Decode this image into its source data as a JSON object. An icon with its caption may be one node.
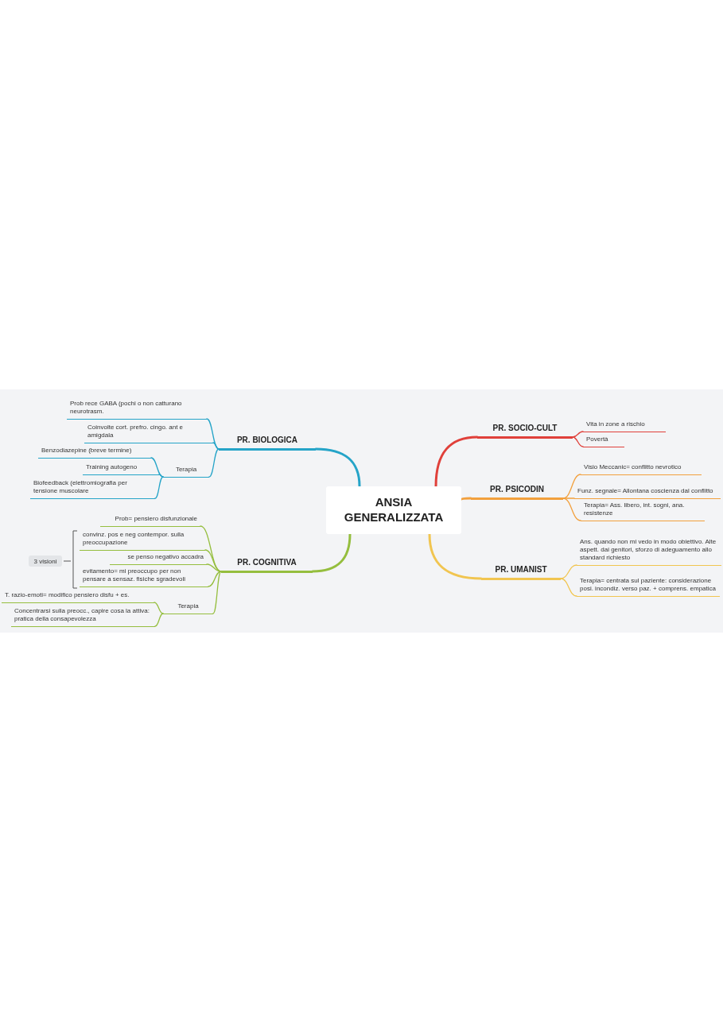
{
  "diagram": {
    "nodes": [
      {
        "text": [
          "ANSIA GENERALIZZATA"
        ]
      },
      {
        "text": [
          "PR. BIOLOGICA"
        ]
      },
      {
        "text": [
          "Prob rece GABA (pochi o non catturano neurotrasm."
        ]
      },
      {
        "text": [
          "Coinvolte cort. prefro. cingo. ant e amigdala"
        ]
      },
      {
        "text": [
          "Terapia"
        ]
      },
      {
        "text": [
          "Benzodiazepine (breve termine)"
        ]
      },
      {
        "text": [
          "Training autogeno"
        ]
      },
      {
        "text": [
          "Biofeedback (elettromiografia per tensione muscolare"
        ]
      },
      {
        "text": [
          "PR. COGNITIVA"
        ]
      },
      {
        "text": [
          "Prob= pensiero disfunzionale"
        ]
      },
      {
        "text": [
          "3 visioni"
        ]
      },
      {
        "text": [
          "convinz. pos e neg contempor. sulla preoccupazione"
        ]
      },
      {
        "text": [
          "se penso negativo accadra"
        ]
      },
      {
        "text": [
          "evitamento= mi preoccupo per non pensare a sensaz. fisiche sgradevoli"
        ]
      },
      {
        "text": [
          "Terapia"
        ]
      },
      {
        "text": [
          "T. razio-emoti= modifico pensiero disfu + es."
        ]
      },
      {
        "text": [
          "Concentrarsi sulla preocc., capire cosa la attiva: pratica della consapevolezza"
        ]
      },
      {
        "text": [
          "PR. SOCIO-CULT"
        ]
      },
      {
        "text": [
          "Vita in zone a rischio"
        ]
      },
      {
        "text": [
          "Povertà"
        ]
      },
      {
        "text": [
          "PR. PSICODIN"
        ]
      },
      {
        "text": [
          "Visio Meccanic= conflitto nevrotico"
        ]
      },
      {
        "text": [
          "Funz. segnale= Allontana coscienza dal conflitto"
        ]
      },
      {
        "text": [
          "Terapia= Ass. libero, int. sogni, ana. resistenze"
        ]
      },
      {
        "text": [
          "PR. UMANIST"
        ]
      },
      {
        "text": [
          "Ans. quando non mi vedo in modo obiettivo. Alte aspett. dai genitori, sforzo di adeguamento allo standard richiesto"
        ]
      },
      {
        "text": [
          "Terapia= centrata sul paziente: considerazione posi. incondiz. verso paz. + comprens. empatica"
        ]
      }
    ],
    "edges": [
      {
        "from": 0,
        "to": 1,
        "arrow": "none",
        "color": "#25a4c8"
      },
      {
        "from": 1,
        "to": 2,
        "arrow": "none",
        "color": "#25a4c8"
      },
      {
        "from": 1,
        "to": 3,
        "arrow": "none",
        "color": "#25a4c8"
      },
      {
        "from": 1,
        "to": 4,
        "arrow": "none",
        "color": "#25a4c8"
      },
      {
        "from": 4,
        "to": 5,
        "arrow": "none",
        "color": "#25a4c8"
      },
      {
        "from": 4,
        "to": 6,
        "arrow": "none",
        "color": "#25a4c8"
      },
      {
        "from": 4,
        "to": 7,
        "arrow": "none",
        "color": "#25a4c8"
      },
      {
        "from": 0,
        "to": 8,
        "arrow": "none"
      },
      {
        "from": 8,
        "to": 9,
        "arrow": "none"
      },
      {
        "from": 8,
        "to": 11,
        "arrow": "none"
      },
      {
        "from": 8,
        "to": 12,
        "arrow": "none"
      },
      {
        "from": 8,
        "to": 13,
        "arrow": "none"
      },
      {
        "from": 8,
        "to": 14,
        "arrow": "none"
      },
      {
        "from": 14,
        "to": 15,
        "arrow": "none"
      },
      {
        "from": 14,
        "to": 16,
        "arrow": "none"
      },
      {
        "from": 0,
        "to": 17,
        "arrow": "none",
        "color": "#e0403a"
      },
      {
        "from": 17,
        "to": 18,
        "arrow": "none",
        "color": "#e0403a"
      },
      {
        "from": 17,
        "to": 19,
        "arrow": "none",
        "color": "#e0403a"
      },
      {
        "from": 0,
        "to": 20,
        "arrow": "none",
        "color": "#f2a03d"
      },
      {
        "from": 20,
        "to": 21,
        "arrow": "none",
        "color": "#f2a03d"
      },
      {
        "from": 20,
        "to": 22,
        "arrow": "none",
        "color": "#f2a03d"
      },
      {
        "from": 20,
        "to": 23,
        "arrow": "none",
        "color": "#f2a03d"
      },
      {
        "from": 0,
        "to": 24,
        "arrow": "none",
        "color": "#f1c550"
      },
      {
        "from": 24,
        "to": 25,
        "arrow": "none",
        "color": "#f1c550"
      },
      {
        "from": 24,
        "to": 26,
        "arrow": "none",
        "color": "#f1c550"
      }
    ]
  }
}
